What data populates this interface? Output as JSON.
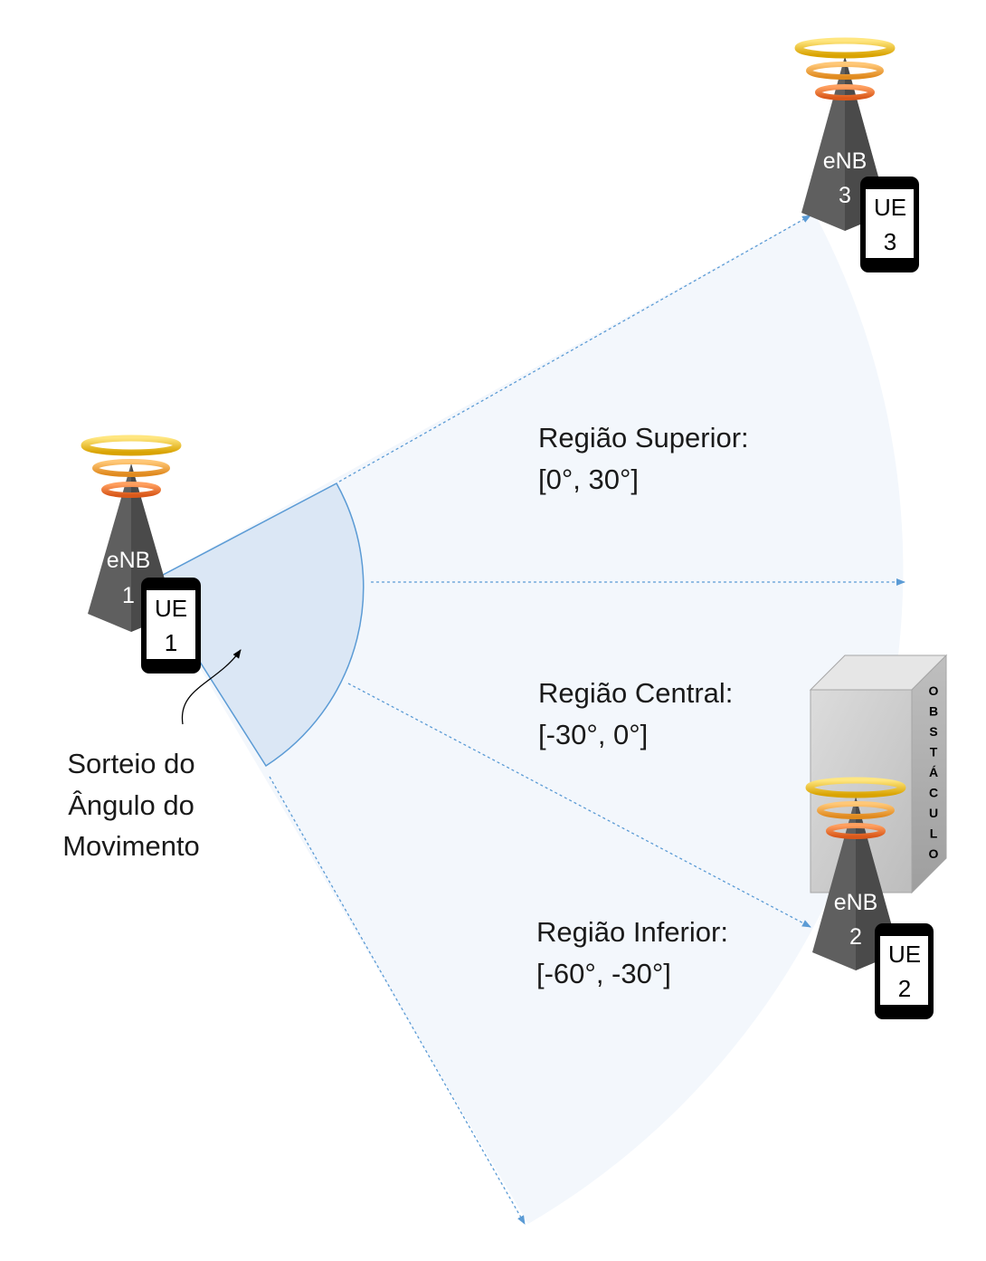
{
  "regions": {
    "upper": {
      "line1": "Região Superior:",
      "line2": "[0°, 30°]"
    },
    "central": {
      "line1": "Região Central:",
      "line2": "[-30°, 0°]"
    },
    "lower": {
      "line1": "Região Inferior:",
      "line2": "[-60°, -30°]"
    }
  },
  "caption": {
    "line1": "Sorteio do",
    "line2": "Ângulo do",
    "line3": "Movimento"
  },
  "towers": [
    {
      "line1": "eNB",
      "line2": "1"
    },
    {
      "line1": "eNB",
      "line2": "2"
    },
    {
      "line1": "eNB",
      "line2": "3"
    }
  ],
  "ues": [
    {
      "line1": "UE",
      "line2": "1"
    },
    {
      "line1": "UE",
      "line2": "2"
    },
    {
      "line1": "UE",
      "line2": "3"
    }
  ],
  "obstacle": {
    "letters": [
      "O",
      "B",
      "S",
      "T",
      "Á",
      "C",
      "U",
      "L",
      "O"
    ]
  },
  "colors": {
    "sector_fill": "#dbe7f5",
    "sector_stroke": "#5b9bd5",
    "wide_sector_fill": "#f3f7fc",
    "arrow": "#5b9bd5",
    "tower": "#5f5f5f",
    "ring_gold": "#f5c518",
    "ring_orange": "#f0a030",
    "ring_red": "#e8702a",
    "obstacle": "#cfcfcf"
  }
}
